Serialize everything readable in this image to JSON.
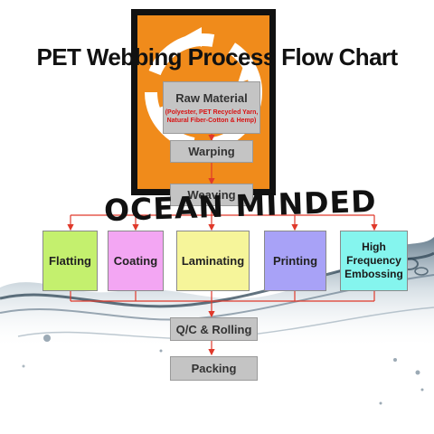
{
  "title": "PET Webbing Process Flow Chart",
  "watermark_text": "OCEAN MINDED",
  "raw_material": {
    "label": "Raw Material",
    "detail": "(Polyester, PET Recycled Yarn, Natural Fiber-Cotton & Hemp)"
  },
  "steps": {
    "warping": "Warping",
    "weaving": "Weaving",
    "qc_rolling": "Q/C & Rolling",
    "packing": "Packing"
  },
  "branches": [
    {
      "label": "Flatting",
      "color": "#c4f06e"
    },
    {
      "label": "Coating",
      "color": "#f3a6f3"
    },
    {
      "label": "Laminating",
      "color": "#f6f59a"
    },
    {
      "label": "Printing",
      "color": "#a8a2f7"
    },
    {
      "label": "High Frequency Embossing",
      "color": "#85f5ee"
    }
  ],
  "colors": {
    "logo_orange": "#f08b1b",
    "arrow_red": "#e0392b",
    "box_gray": "#c4c4c4",
    "raw_detail_red": "#d81313"
  },
  "icons": [
    "recycle-logo-icon",
    "water-splash-icon"
  ]
}
